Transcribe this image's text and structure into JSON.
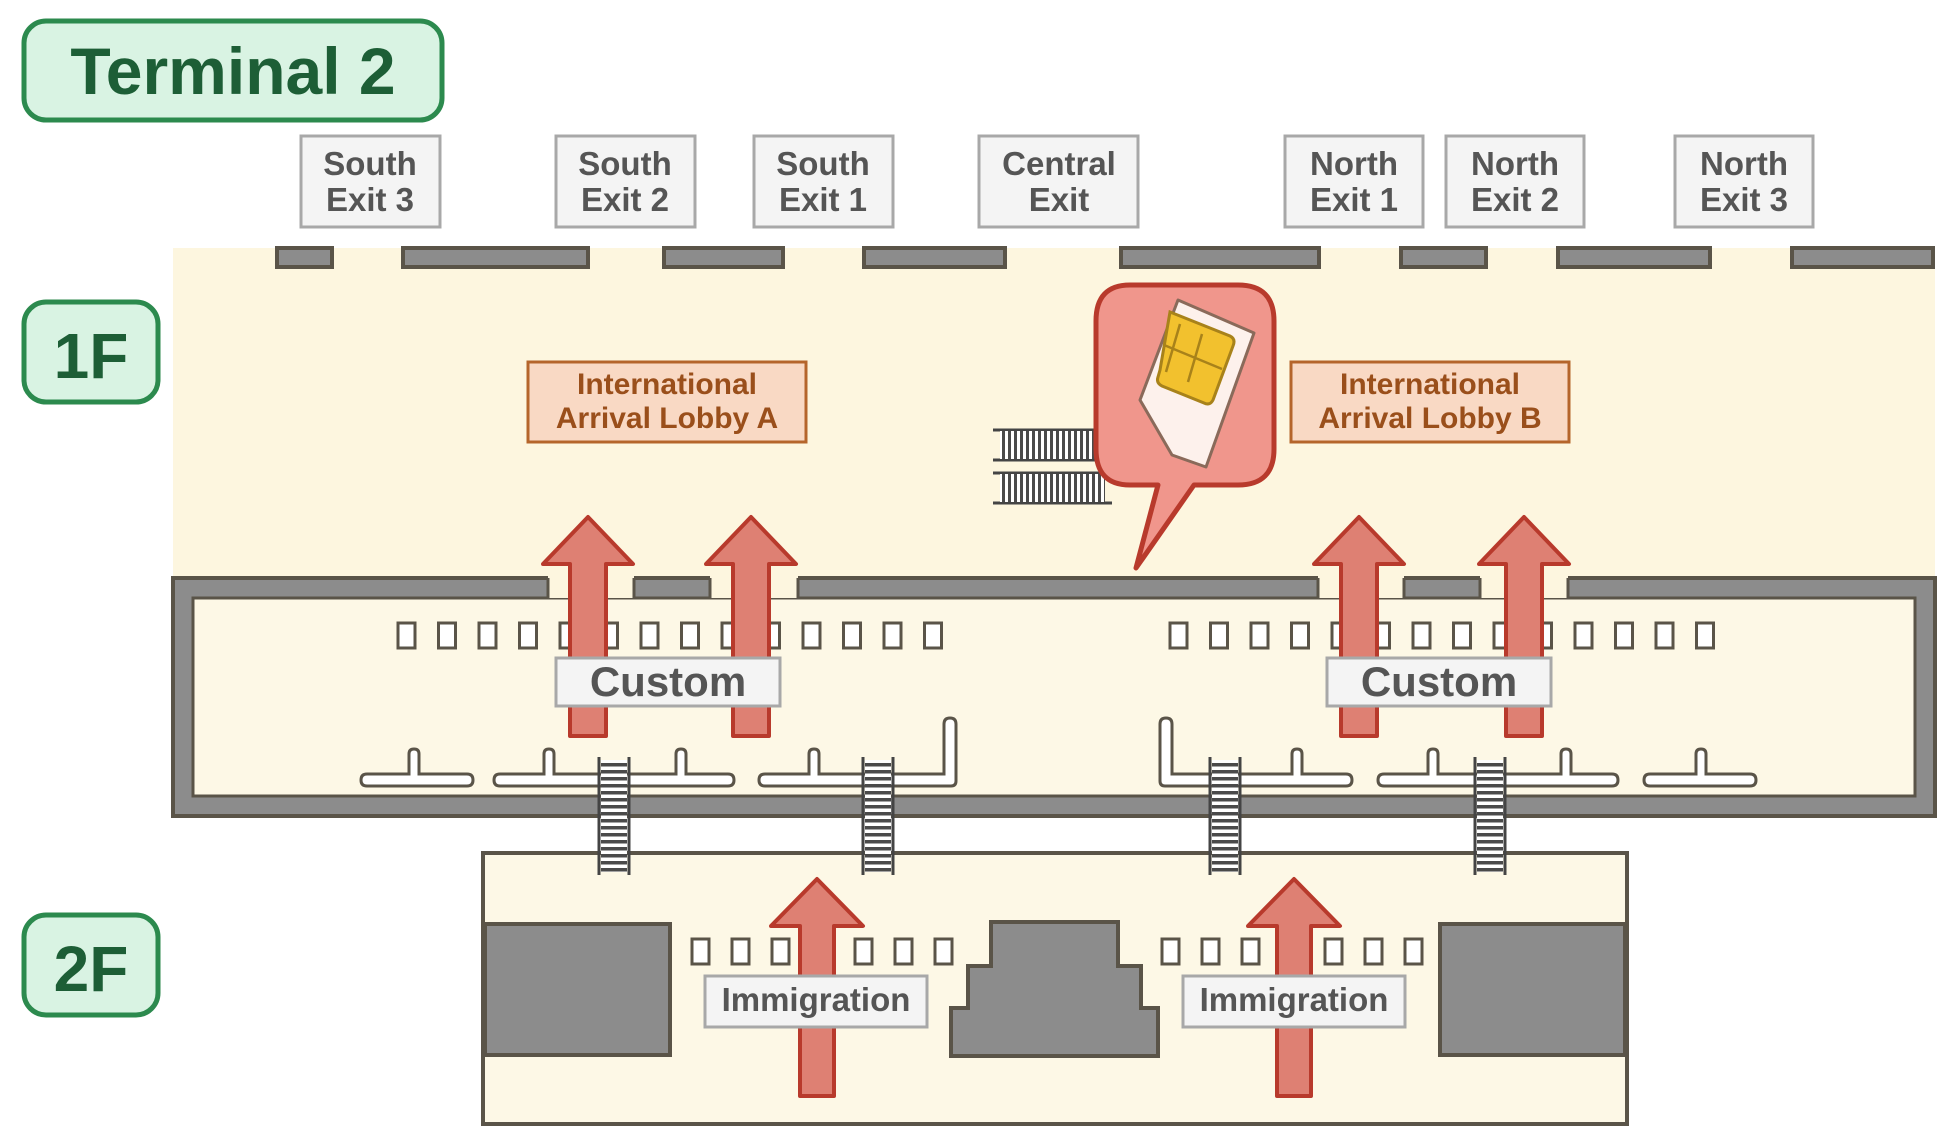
{
  "title": "Terminal 2",
  "floors": {
    "upper": "1F",
    "lower": "2F"
  },
  "exits": [
    [
      "South",
      "Exit 3"
    ],
    [
      "South",
      "Exit 2"
    ],
    [
      "South",
      "Exit 1"
    ],
    [
      "Central",
      "Exit"
    ],
    [
      "North",
      "Exit 1"
    ],
    [
      "North",
      "Exit 2"
    ],
    [
      "North",
      "Exit 3"
    ]
  ],
  "lobbies": [
    [
      "International",
      "Arrival Lobby A"
    ],
    [
      "International",
      "Arrival Lobby B"
    ]
  ],
  "customs": [
    "Custom",
    "Custom"
  ],
  "immigration": [
    "Immigration",
    "Immigration"
  ],
  "sim_icon": "sim-card-icon",
  "colors": {
    "title_bg": "#d9f3e3",
    "title_border": "#2c8a4e",
    "title_text": "#1d5e36",
    "floor_bg": "#fdf8e6",
    "upper_area": "#fdf6df",
    "wall": "#8c8c8c",
    "wall_outline": "#5a5448",
    "lobby_bg": "#f9d9c4",
    "lobby_border": "#b5652b",
    "lobby_text": "#9a4f1b",
    "arrow_fill": "#de8073",
    "arrow_stroke": "#b83a2c",
    "sim_bubble": "#f0968c",
    "sim_chip": "#f2c12e",
    "label_text": "#555555"
  }
}
